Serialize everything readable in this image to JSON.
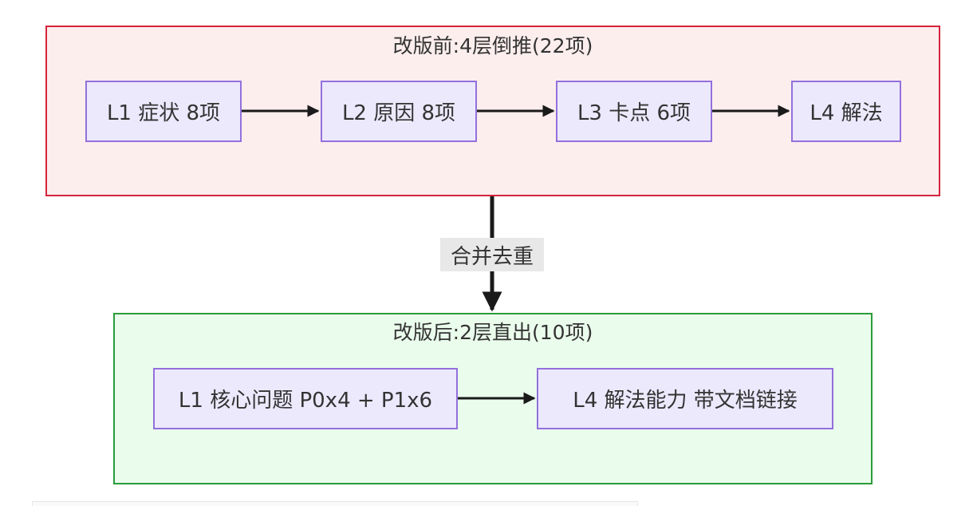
{
  "diagram": {
    "before": {
      "title": "改版前:4层倒推(22项)",
      "nodes": [
        {
          "id": "l1",
          "label": "L1 症状 8项"
        },
        {
          "id": "l2",
          "label": "L2 原因 8项"
        },
        {
          "id": "l3",
          "label": "L3 卡点 6项"
        },
        {
          "id": "l4",
          "label": "L4 解法"
        }
      ]
    },
    "transition": {
      "label": "合并去重"
    },
    "after": {
      "title": "改版后:2层直出(10项)",
      "nodes": [
        {
          "id": "l1",
          "label": "L1 核心问题 P0x4 + P1x6"
        },
        {
          "id": "l4",
          "label": "L4 解法能力 带文档链接"
        }
      ]
    },
    "colors": {
      "before_fill": "#fdeeee",
      "before_border": "#d6233b",
      "after_fill": "#eafcec",
      "after_border": "#2a9c3a",
      "node_fill": "#ece9fd",
      "node_border": "#9370db",
      "edge": "#1a1a1a",
      "label_bg": "#e8e8e8"
    }
  }
}
